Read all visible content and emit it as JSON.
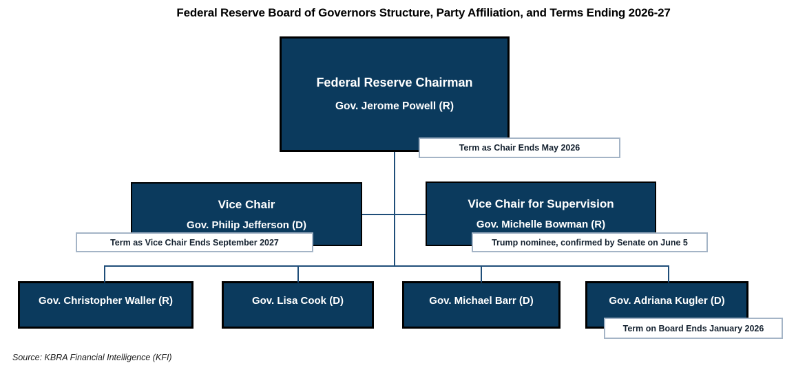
{
  "title": "Federal Reserve Board of Governors Structure, Party Affiliation, and Terms Ending 2026-27",
  "org": {
    "chairman": {
      "role": "Federal Reserve Chairman",
      "name": "Gov. Jerome Powell (R)",
      "callout": "Term as Chair Ends May 2026"
    },
    "vice_chair": {
      "role": "Vice Chair",
      "name": "Gov. Philip Jefferson (D)",
      "callout": "Term as Vice Chair Ends September 2027"
    },
    "vice_chair_supervision": {
      "role": "Vice Chair for Supervision",
      "name": "Gov. Michelle Bowman (R)",
      "callout": "Trump nominee, confirmed by Senate on June 5"
    },
    "governors": [
      {
        "name": "Gov. Christopher Waller (R)"
      },
      {
        "name": "Gov. Lisa Cook (D)"
      },
      {
        "name": "Gov. Michael Barr (D)"
      },
      {
        "name": "Gov. Adriana Kugler (D)",
        "callout": "Term on Board Ends January 2026"
      }
    ]
  },
  "source": "Source: KBRA Financial Intelligence (KFI)",
  "colors": {
    "node_fill": "#0b3a5d",
    "node_border": "#000000",
    "node_text": "#ffffff",
    "connector": "#1f4e79",
    "callout_border": "#a4b4c6",
    "callout_bg": "#ffffff",
    "callout_text": "#14212f",
    "title_text": "#000000"
  }
}
